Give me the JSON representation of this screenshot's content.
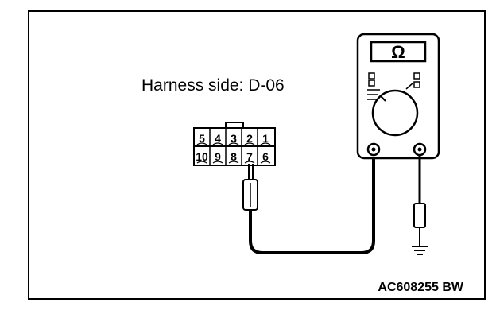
{
  "diagram": {
    "harness_label": "Harness side: D-06",
    "figure_code": "AC608255 BW",
    "meter_symbol": "Ω",
    "connector": {
      "top_row": [
        "5",
        "4",
        "3",
        "2",
        "1"
      ],
      "bottom_row": [
        "10",
        "9",
        "8",
        "7",
        "6"
      ]
    }
  },
  "icons": {
    "meter": "ohmmeter-icon",
    "ground": "ground-symbol-icon",
    "probe": "test-probe-icon"
  },
  "colors": {
    "line": "#000000",
    "background": "#ffffff"
  }
}
